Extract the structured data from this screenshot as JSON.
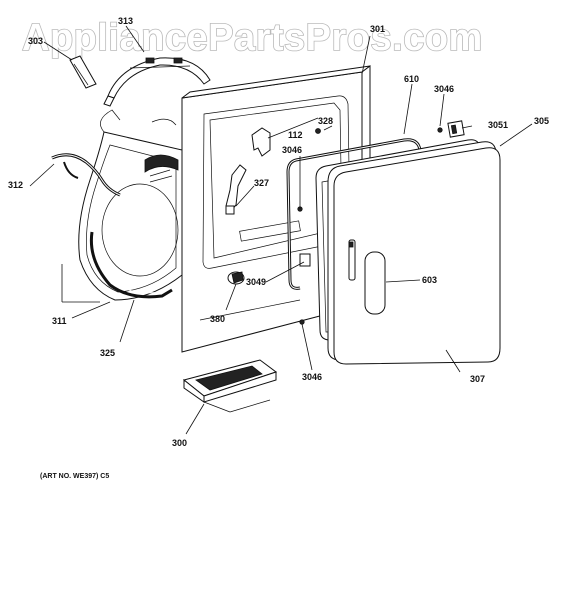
{
  "watermark": "AppliancePartsPros.com",
  "art_number": "(ART NO. WE397) C5",
  "labels": {
    "p303": "303",
    "p313": "313",
    "p301": "301",
    "p610": "610",
    "p3046_top": "3046",
    "p305": "305",
    "p328": "328",
    "p112": "112",
    "p3046_mid": "3046",
    "p3051": "3051",
    "p312": "312",
    "p327": "327",
    "p603": "603",
    "p3049": "3049",
    "p311": "311",
    "p380": "380",
    "p325": "325",
    "p3046_bot": "3046",
    "p307": "307",
    "p300": "300"
  }
}
